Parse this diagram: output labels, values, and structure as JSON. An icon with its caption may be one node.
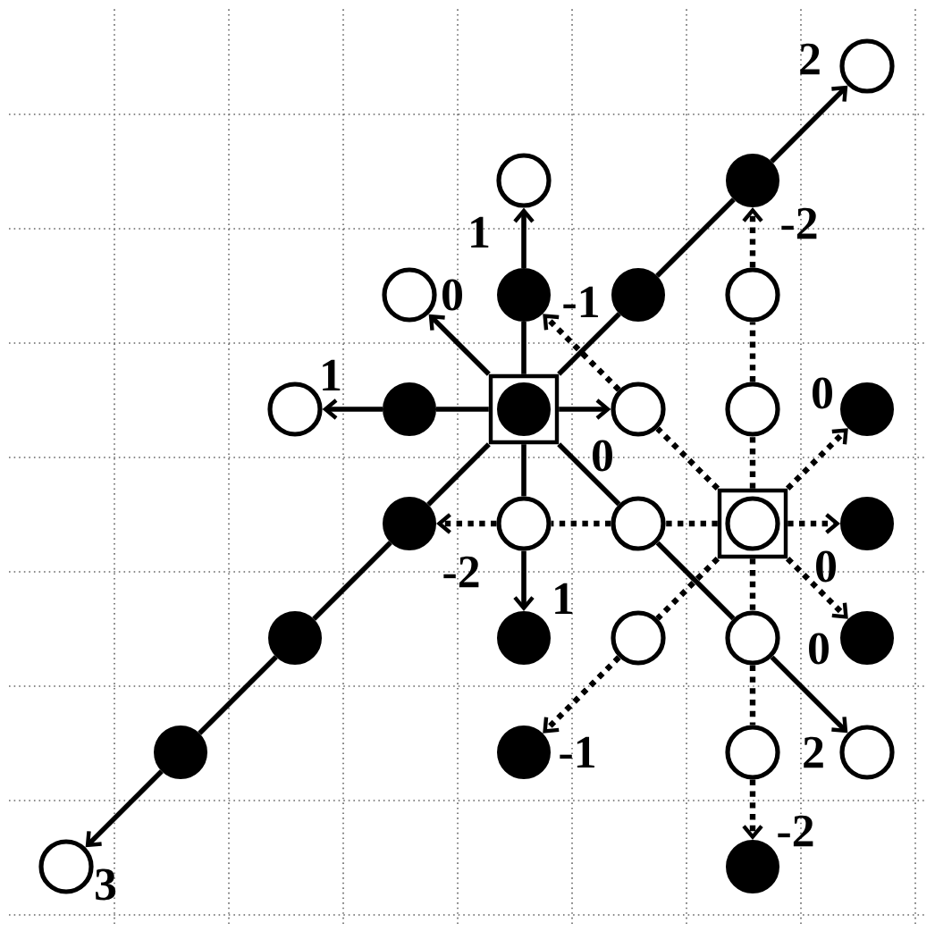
{
  "diagram": {
    "nodes": [
      {
        "text": [],
        "shape": "circle",
        "beside": [
          "2"
        ]
      },
      {
        "text": [],
        "shape": "circle",
        "beside": [
          "1"
        ]
      },
      {
        "text": [],
        "shape": "dot",
        "beside": [
          "-2"
        ]
      },
      {
        "text": [],
        "shape": "circle",
        "beside": [
          "0"
        ]
      },
      {
        "text": [],
        "shape": "dot",
        "beside": [
          "-1"
        ]
      },
      {
        "text": [],
        "shape": "dot"
      },
      {
        "text": [],
        "shape": "circle"
      },
      {
        "text": [],
        "shape": "circle",
        "beside": [
          "1"
        ]
      },
      {
        "text": [],
        "shape": "dot"
      },
      {
        "text": [],
        "shape": "box"
      },
      {
        "text": [],
        "shape": "dot",
        "in": 9
      },
      {
        "text": [],
        "shape": "circle",
        "beside": [
          "0"
        ]
      },
      {
        "text": [],
        "shape": "circle"
      },
      {
        "text": [],
        "shape": "dot",
        "beside": [
          "0"
        ]
      },
      {
        "text": [],
        "shape": "dot",
        "beside": [
          "-2"
        ]
      },
      {
        "text": [],
        "shape": "circle"
      },
      {
        "text": [],
        "shape": "circle"
      },
      {
        "text": [],
        "shape": "box"
      },
      {
        "text": [],
        "shape": "circle",
        "in": 17
      },
      {
        "text": [],
        "shape": "dot",
        "beside": [
          "0"
        ]
      },
      {
        "text": [],
        "shape": "dot"
      },
      {
        "text": [],
        "shape": "dot",
        "beside": [
          "1"
        ]
      },
      {
        "text": [],
        "shape": "circle"
      },
      {
        "text": [],
        "shape": "circle"
      },
      {
        "text": [],
        "shape": "dot",
        "beside": [
          "0"
        ]
      },
      {
        "text": [],
        "shape": "dot"
      },
      {
        "text": [],
        "shape": "dot",
        "beside": [
          "-1"
        ]
      },
      {
        "text": [],
        "shape": "circle"
      },
      {
        "text": [],
        "shape": "circle",
        "beside": [
          "2"
        ]
      },
      {
        "text": [],
        "shape": "circle",
        "beside": [
          "3"
        ]
      },
      {
        "text": [],
        "shape": "dot",
        "beside": [
          "-2"
        ]
      }
    ],
    "edges": [
      {
        "from": 9,
        "to": 8,
        "arrow": "none"
      },
      {
        "from": 8,
        "to": 7,
        "arrow": "to"
      },
      {
        "from": 9,
        "to": 4,
        "arrow": "none"
      },
      {
        "from": 4,
        "to": 1,
        "arrow": "to"
      },
      {
        "from": 9,
        "to": 3,
        "arrow": "to"
      },
      {
        "from": 9,
        "to": 11,
        "arrow": "to"
      },
      {
        "from": 9,
        "to": 5,
        "arrow": "none"
      },
      {
        "from": 5,
        "to": 2,
        "arrow": "none"
      },
      {
        "from": 2,
        "to": 0,
        "arrow": "to"
      },
      {
        "from": 9,
        "to": 15,
        "arrow": "none"
      },
      {
        "from": 15,
        "to": 21,
        "arrow": "to"
      },
      {
        "from": 9,
        "to": 14,
        "arrow": "none"
      },
      {
        "from": 14,
        "to": 20,
        "arrow": "none"
      },
      {
        "from": 20,
        "to": 25,
        "arrow": "none"
      },
      {
        "from": 25,
        "to": 29,
        "arrow": "to"
      },
      {
        "from": 9,
        "to": 16,
        "arrow": "none"
      },
      {
        "from": 16,
        "to": 23,
        "arrow": "none"
      },
      {
        "from": 23,
        "to": 28,
        "arrow": "to"
      },
      {
        "from": 17,
        "to": 12,
        "arrow": "none",
        "style": "dashed"
      },
      {
        "from": 12,
        "to": 6,
        "arrow": "none",
        "style": "dashed"
      },
      {
        "from": 6,
        "to": 2,
        "arrow": "to",
        "style": "dashed"
      },
      {
        "from": 17,
        "to": 11,
        "arrow": "none",
        "style": "dashed"
      },
      {
        "from": 11,
        "to": 4,
        "arrow": "to",
        "style": "dashed"
      },
      {
        "from": 17,
        "to": 16,
        "arrow": "none",
        "style": "dashed"
      },
      {
        "from": 16,
        "to": 15,
        "arrow": "none",
        "style": "dashed"
      },
      {
        "from": 15,
        "to": 14,
        "arrow": "to",
        "style": "dashed"
      },
      {
        "from": 17,
        "to": 19,
        "arrow": "to",
        "style": "dashed"
      },
      {
        "from": 17,
        "to": 13,
        "arrow": "to",
        "style": "dashed"
      },
      {
        "from": 17,
        "to": 24,
        "arrow": "to",
        "style": "dashed"
      },
      {
        "from": 17,
        "to": 23,
        "arrow": "none",
        "style": "dashed"
      },
      {
        "from": 23,
        "to": 27,
        "arrow": "none",
        "style": "dashed"
      },
      {
        "from": 27,
        "to": 30,
        "arrow": "to",
        "style": "dashed"
      },
      {
        "from": 17,
        "to": 22,
        "arrow": "none",
        "style": "dashed"
      },
      {
        "from": 22,
        "to": 26,
        "arrow": "to",
        "style": "dashed"
      }
    ]
  }
}
